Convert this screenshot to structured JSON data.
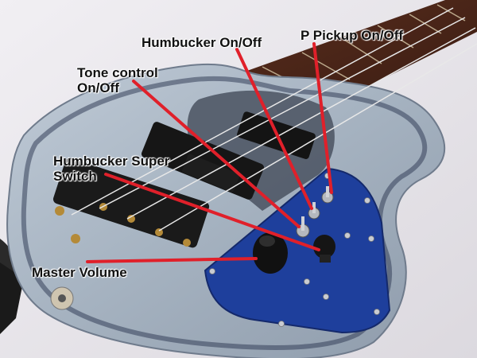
{
  "image": {
    "subject": "bass guitar",
    "body_color": "#a7b4c2",
    "plate_color": "#1e3f9c",
    "callout_line_color": "#e0202a"
  },
  "labels": {
    "humbucker_onoff": "Humbucker On/Off",
    "p_pickup_onoff": "P Pickup On/Off",
    "tone_line1": "Tone control",
    "tone_line2": "On/Off",
    "super_line1": "Humbucker Super",
    "super_line2": "Switch",
    "master_volume": "Master Volume"
  }
}
